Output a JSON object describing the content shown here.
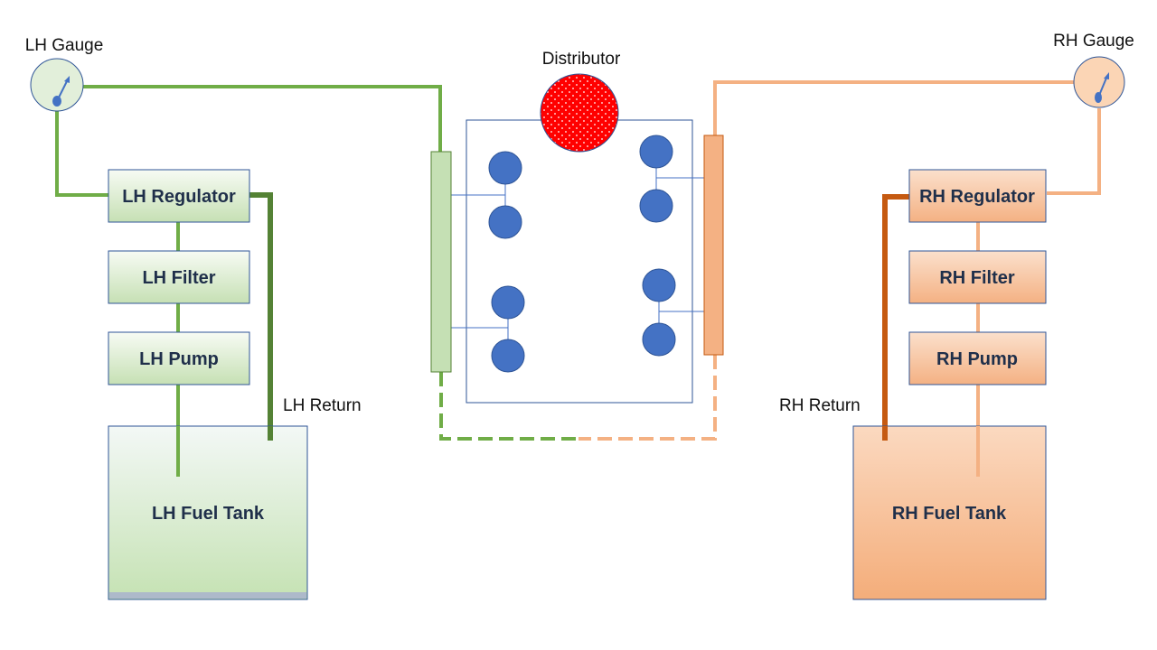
{
  "labels": {
    "lh_gauge": "LH Gauge",
    "rh_gauge": "RH Gauge",
    "distributor": "Distributor",
    "lh_regulator": "LH Regulator",
    "lh_filter": "LH Filter",
    "lh_pump": "LH Pump",
    "lh_return": "LH Return",
    "lh_fuel_tank": "LH Fuel Tank",
    "rh_regulator": "RH Regulator",
    "rh_filter": "RH Filter",
    "rh_pump": "RH Pump",
    "rh_return": "RH Return",
    "rh_fuel_tank": "RH Fuel Tank"
  },
  "colors": {
    "lh_line": "#70ad47",
    "lh_return_line": "#548235",
    "lh_fill_light": "#e2efda",
    "lh_fill_dark": "#c5e0b4",
    "rh_line": "#f4b183",
    "rh_return_line": "#c55a11",
    "rh_fill_light": "#fbd5b5",
    "rh_fill_dark": "#f4b183",
    "distributor": "#ff0000",
    "injector": "#4472c4",
    "box_border": "#2f5597"
  }
}
